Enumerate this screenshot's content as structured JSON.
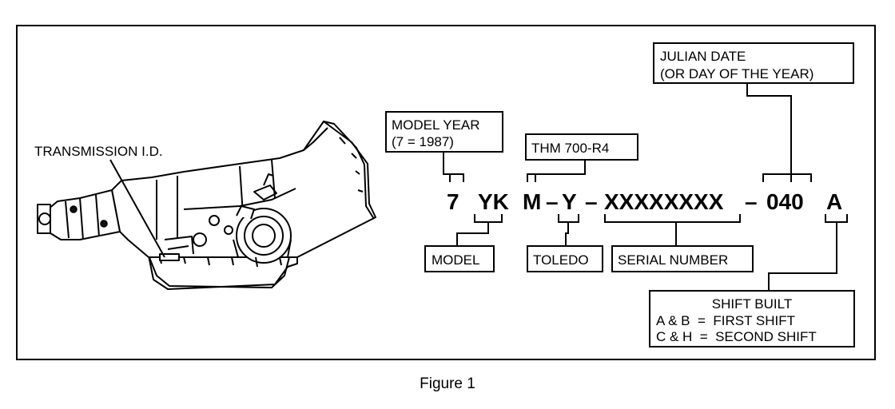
{
  "figure_caption": "Figure 1",
  "transmission_label": "TRANSMISSION I.D.",
  "model_year": {
    "line1": "MODEL YEAR",
    "line2": "(7 = 1987)"
  },
  "thm": "THM 700-R4",
  "julian": {
    "line1": "JULIAN DATE",
    "line2": "(OR DAY OF THE YEAR)"
  },
  "code": {
    "year": "7",
    "model": "YK",
    "trans": "M",
    "dash1": "–",
    "plant": "Y",
    "dash2": "–",
    "serial": "XXXXXXXX",
    "dash3": "–",
    "day": "040",
    "shift": "A"
  },
  "model_label": "MODEL",
  "toledo_label": "TOLEDO",
  "serial_label": "SERIAL NUMBER",
  "shift": {
    "title": "SHIFT BUILT",
    "line1": "A & B  =  FIRST SHIFT",
    "line2": "C & H  =  SECOND SHIFT"
  }
}
